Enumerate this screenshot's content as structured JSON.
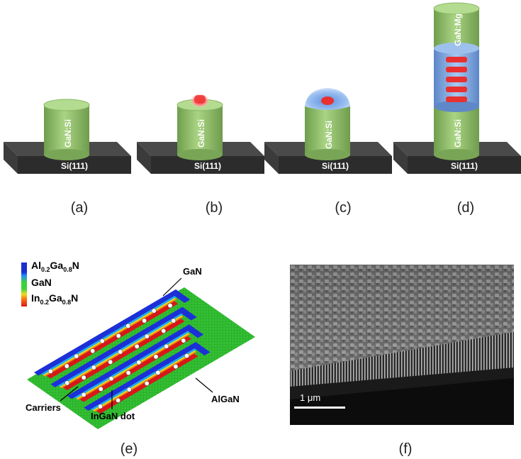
{
  "panels": {
    "a": {
      "caption": "(a)",
      "substrate": "Si(111)",
      "pillar": "GaN:Si"
    },
    "b": {
      "caption": "(b)",
      "substrate": "Si(111)",
      "pillar": "GaN:Si"
    },
    "c": {
      "caption": "(c)",
      "substrate": "Si(111)",
      "pillar": "GaN:Si"
    },
    "d": {
      "caption": "(d)",
      "substrate": "Si(111)",
      "pillar_bottom": "GaN:Si",
      "pillar_top": "GaN:Mg"
    },
    "e": {
      "caption": "(e)",
      "legend": {
        "top_base": "Al",
        "top_sub1": "0.2",
        "top_mid": "Ga",
        "top_sub2": "0.8",
        "top_end": "N",
        "middle": "GaN",
        "bottom_base": "In",
        "bottom_sub1": "0.2",
        "bottom_mid": "Ga",
        "bottom_sub2": "0.8",
        "bottom_end": "N"
      },
      "labels": {
        "gan": "GaN",
        "algan": "AlGaN",
        "carriers": "Carriers",
        "ingan_dot": "InGaN dot"
      }
    },
    "f": {
      "caption": "(f)",
      "scale_bar": "1 μm"
    }
  },
  "colors": {
    "pillar_green": "#8fc06a",
    "substrate_dark": "#3a3a3a",
    "algan_blue": "#1a2fd0",
    "gan_green": "#3bd23b",
    "ingan_red": "#d81818"
  }
}
